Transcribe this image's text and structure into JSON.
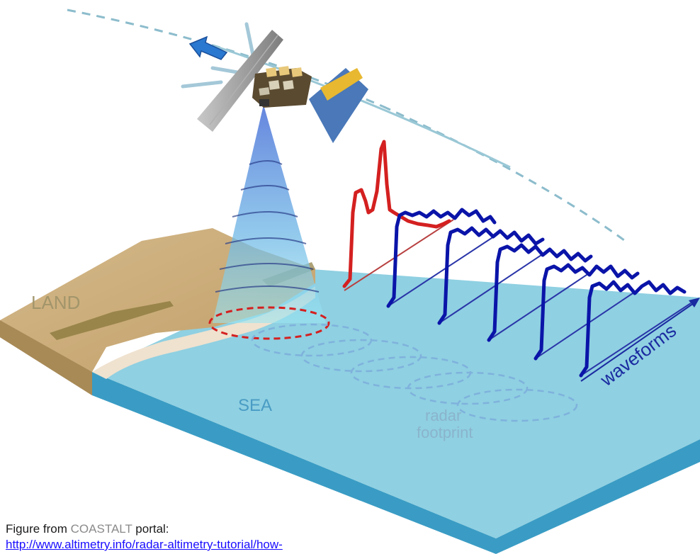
{
  "labels": {
    "land": "LAND",
    "sea": "SEA",
    "radar_footprint_line1": "radar",
    "radar_footprint_line2": "footprint",
    "waveforms": "waveforms"
  },
  "caption": {
    "prefix": "Figure from ",
    "portal_name": "COASTALT",
    "suffix": " portal:",
    "link_text": "http://www.altimetry.info/radar-altimetry-tutorial/how-"
  },
  "colors": {
    "sea_top": "#8fd0e2",
    "sea_side": "#3a9cc4",
    "land": "#cbb07a",
    "land_side": "#a88a56",
    "beach": "#efe2cf",
    "beam": "#7aa6e8",
    "waveform_land": "#d42020",
    "waveform_sea": "#0a14a8",
    "footprint_dashed": "#7fb2dc",
    "footprint_current": "#d42020",
    "orbit": "#8cbccc",
    "satellite_panel": "#4a78b8",
    "satellite_gold": "#e8b830",
    "direction_arrow": "#2a78d0"
  }
}
